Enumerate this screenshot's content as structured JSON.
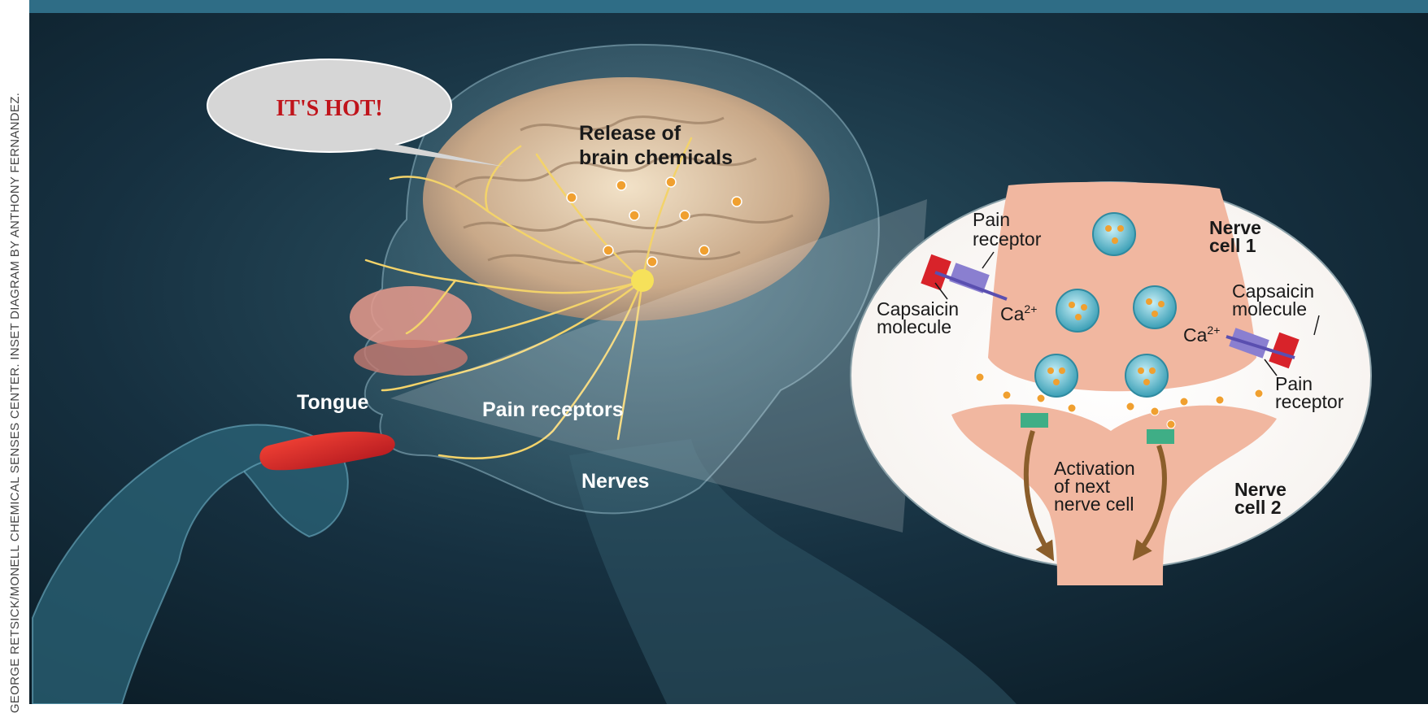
{
  "speech_bubble": "IT'S HOT!",
  "labels": {
    "brain_chemicals_line1": "Release of",
    "brain_chemicals_line2": "brain chemicals",
    "tongue": "Tongue",
    "pain_receptors": "Pain receptors",
    "nerves": "Nerves"
  },
  "inset": {
    "pain_receptor_left_line1": "Pain",
    "pain_receptor_left_line2": "receptor",
    "capsaicin_left_line1": "Capsaicin",
    "capsaicin_left_line2": "molecule",
    "ca_left": "Ca",
    "ca_right": "Ca",
    "ca_superscript": "2+",
    "nerve_cell1_line1": "Nerve",
    "nerve_cell1_line2": "cell 1",
    "capsaicin_right_line1": "Capsaicin",
    "capsaicin_right_line2": "molecule",
    "pain_receptor_right_line1": "Pain",
    "pain_receptor_right_line2": "receptor",
    "activation_line1": "Activation",
    "activation_line2": "of next",
    "activation_line3": "nerve cell",
    "nerve_cell2_line1": "Nerve",
    "nerve_cell2_line2": "cell 2"
  },
  "credit": "GEORGE RETSICK/MONELL CHEMICAL SENSES CENTER. INSET DIAGRAM BY ANTHONY FERNANDEZ.",
  "colors": {
    "background": "#0f2430",
    "nerve": "#f3d36a",
    "label_text": "#1a1a1a",
    "bubble_text": "#c0141b",
    "cell": "#f1b7a0",
    "vesicle": "#57b6cc",
    "chemical_dot": "#f0a030",
    "receptor": "#8a7fd0",
    "capsaicin": "#d8232a",
    "arrow": "#8b5e2b"
  }
}
